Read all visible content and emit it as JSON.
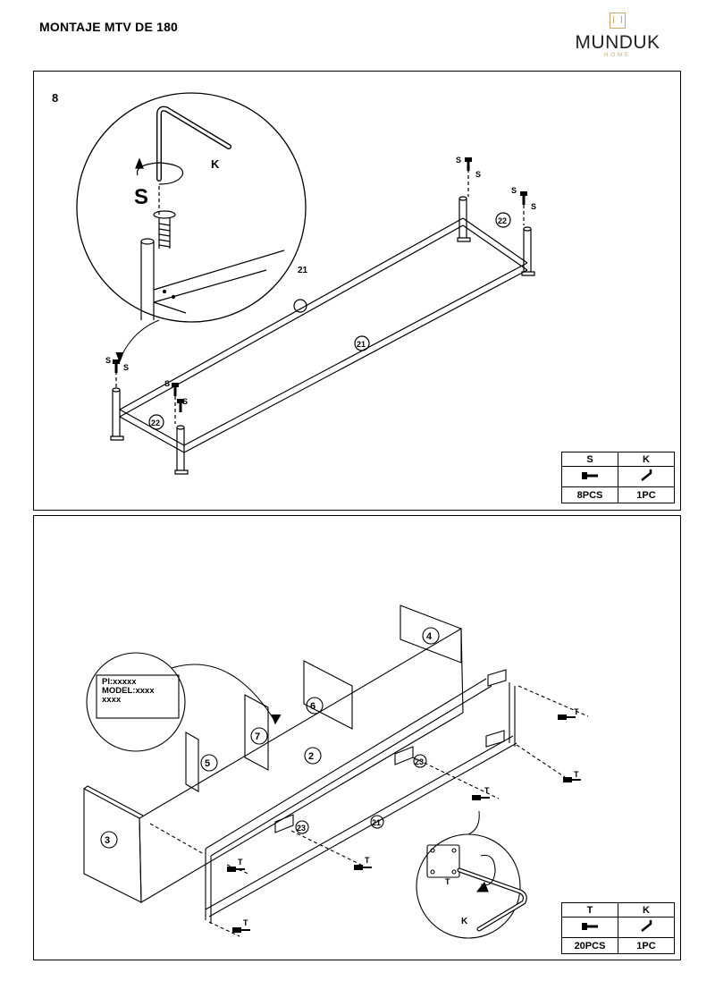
{
  "header": {
    "title": "MONTAJE MTV DE 180",
    "logo_word": "MUNDUK",
    "logo_sub": "HOME"
  },
  "step1": {
    "number": "8",
    "parts": {
      "frame_label": "21",
      "frame_bar_label": "21",
      "cross_bar_label": "22",
      "screw": "S",
      "key": "K"
    },
    "legend": {
      "headers": [
        "S",
        "K"
      ],
      "icons": [
        "screw-icon",
        "allen-key-icon"
      ],
      "quantities": [
        "8PCS",
        "1PC"
      ]
    }
  },
  "step2": {
    "parts": {
      "panel_3": "3",
      "panel_5": "5",
      "panel_7": "7",
      "panel_2": "2",
      "panel_6": "6",
      "panel_4": "4",
      "bar_21": "21",
      "plate_23a": "23",
      "plate_23b": "23",
      "screw": "T",
      "key": "K"
    },
    "sticker": {
      "line1": "PI:xxxxx",
      "line2": "MODEL:xxxx",
      "line3": "xxxx"
    },
    "legend": {
      "headers": [
        "T",
        "K"
      ],
      "icons": [
        "screw-icon",
        "allen-key-icon"
      ],
      "quantities": [
        "20PCS",
        "1PC"
      ]
    }
  }
}
